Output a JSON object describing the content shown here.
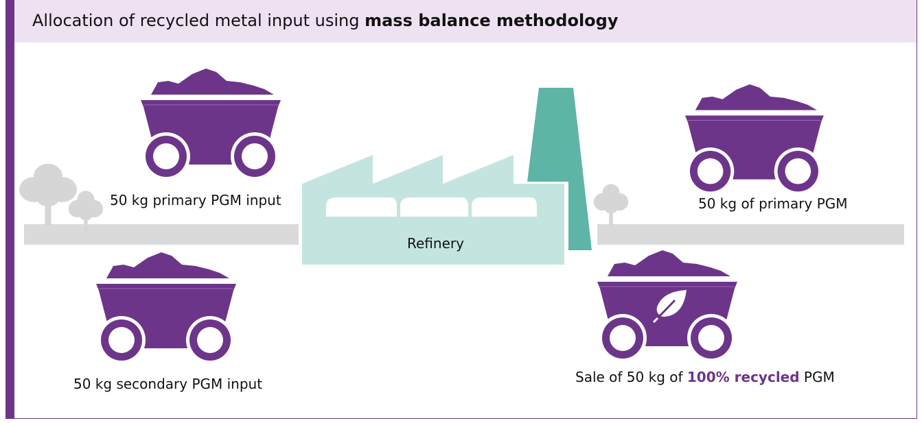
{
  "title": {
    "prefix": "Allocation of recycled metal input using ",
    "bold": "mass balance methodology"
  },
  "labels": {
    "primary_input": "50 kg primary PGM input",
    "secondary_input": "50 kg secondary PGM input",
    "refinery": "Refinery",
    "primary_output": "50 kg of primary PGM",
    "sale_prefix": "Sale of 50 kg of ",
    "sale_highlight": "100% recycled",
    "sale_suffix": " PGM"
  },
  "colors": {
    "purple": "#6d358a",
    "teal": "#5eb5a6",
    "light_teal": "#c4e5df",
    "gray": "#dadada",
    "header_bg": "#eee2f2"
  }
}
